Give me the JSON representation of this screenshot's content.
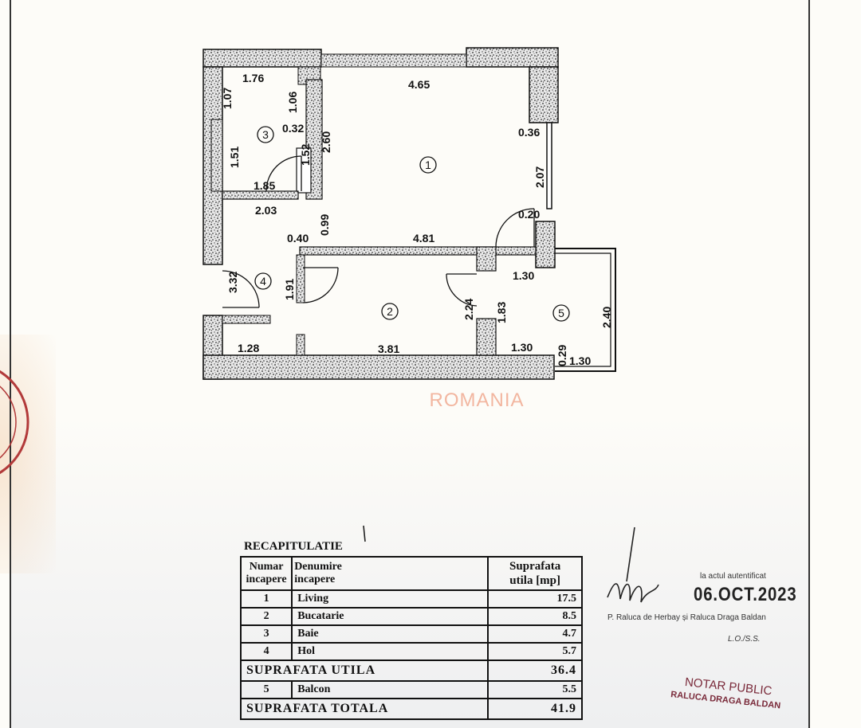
{
  "plan": {
    "watermark": "ROMANIA",
    "rooms": [
      {
        "number": "1"
      },
      {
        "number": "2"
      },
      {
        "number": "3"
      },
      {
        "number": "4"
      },
      {
        "number": "5"
      }
    ],
    "dimensions": {
      "d_176": "1.76",
      "d_107": "1.07",
      "d_106": "1.06",
      "d_465": "4.65",
      "d_032": "0.32",
      "d_260": "2.60",
      "d_036": "0.36",
      "d_151": "1.51",
      "d_152": "1.52",
      "d_207": "2.07",
      "d_185": "1.85",
      "d_203": "2.03",
      "d_099": "0.99",
      "d_020": "0.20",
      "d_040": "0.40",
      "d_481": "4.81",
      "d_332": "3.32",
      "d_191": "1.91",
      "d_130a": "1.30",
      "d_224": "2.24",
      "d_183": "1.83",
      "d_240": "2.40",
      "d_128": "1.28",
      "d_381": "3.81",
      "d_130b": "1.30",
      "d_029": "0.29",
      "d_130c": "1.30"
    }
  },
  "recap": {
    "title": "RECAPITULATIE",
    "header": {
      "col1_line1": "Numar",
      "col1_line2": "incapere",
      "col2_line1": "Denumire",
      "col2_line2": "incapere",
      "col3_line1": "Suprafata",
      "col3_line2": "utila [mp]"
    },
    "rows": [
      {
        "num": "1",
        "name": "Living",
        "area": "17.5"
      },
      {
        "num": "2",
        "name": "Bucatarie",
        "area": "8.5"
      },
      {
        "num": "3",
        "name": "Baie",
        "area": "4.7"
      },
      {
        "num": "4",
        "name": "Hol",
        "area": "5.7"
      }
    ],
    "useful_label": "SUPRAFATA UTILA",
    "useful_value": "36.4",
    "balcony": {
      "num": "5",
      "name": "Balcon",
      "area": "5.5"
    },
    "total_label": "SUPRAFATA TOTALA",
    "total_value": "41.9"
  },
  "stamps": {
    "acte_label": "la actul autentificat",
    "date": "06.OCT.2023",
    "names": "P. Raluca de Herbay și Raluca Draga Baldan",
    "code": "L.O./S.S.",
    "notary_line1": "NOTAR PUBLIC",
    "notary_line2": "RALUCA DRAGA BALDAN"
  }
}
